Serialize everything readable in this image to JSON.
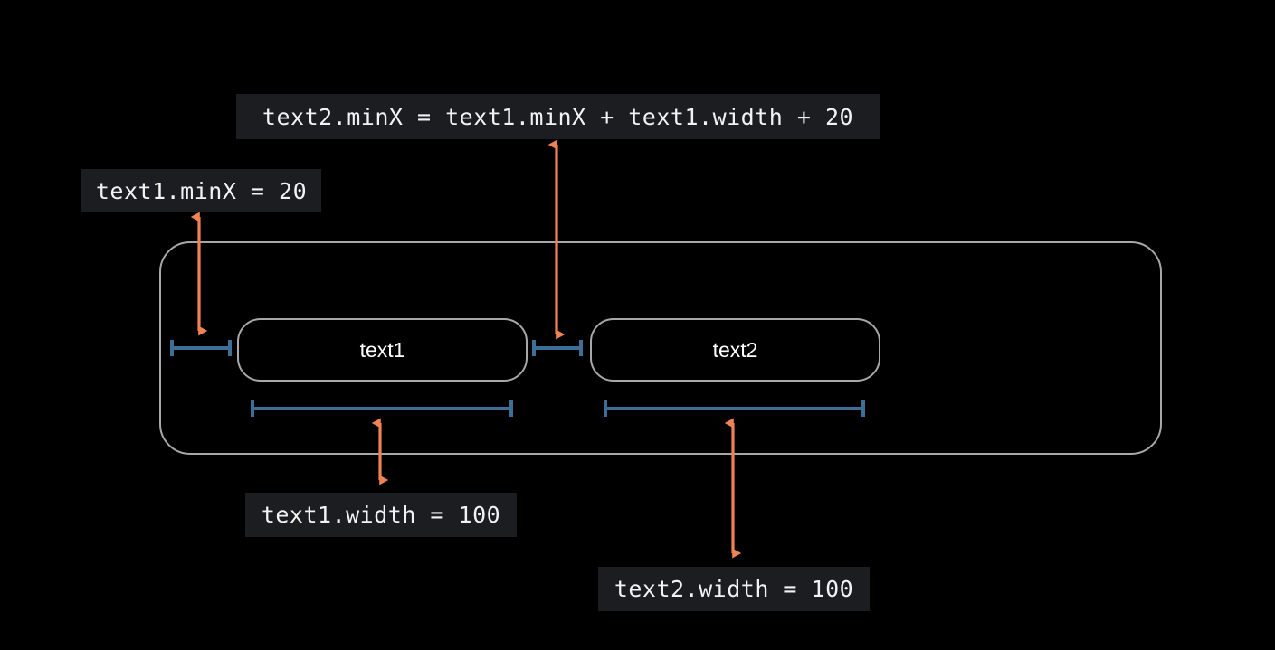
{
  "diagram": {
    "title": "Layout constraint diagram",
    "background_color": "#000000",
    "accent_arrow_color": "#ef8354",
    "measure_bracket_color": "#3d6e96",
    "box_stroke_color": "#a8a8a8",
    "label_background_color": "#1b1d21",
    "label_text_color": "#f2f2f2"
  },
  "container": {
    "name": "parent-container"
  },
  "nodes": [
    {
      "id": "text1",
      "label": "text1"
    },
    {
      "id": "text2",
      "label": "text2"
    }
  ],
  "annotations": {
    "text1_minx": "text1.minX = 20",
    "text2_minx_formula": "text2.minX = text1.minX + text1.width + 20",
    "text1_width": "text1.width = 100",
    "text2_width": "text2.width = 100"
  },
  "measurements": [
    {
      "id": "text1-leading-gap",
      "name": "text1-leading-gap-bracket"
    },
    {
      "id": "inter-text-gap",
      "name": "inter-text-gap-bracket"
    },
    {
      "id": "text1-width-span",
      "name": "text1-width-bracket"
    },
    {
      "id": "text2-width-span",
      "name": "text2-width-bracket"
    }
  ],
  "arrows": [
    {
      "id": "arrow-text1-minx",
      "name": "callout-arrow-text1-minx"
    },
    {
      "id": "arrow-text2-minx",
      "name": "callout-arrow-text2-minx"
    },
    {
      "id": "arrow-text1-width",
      "name": "callout-arrow-text1-width"
    },
    {
      "id": "arrow-text2-width",
      "name": "callout-arrow-text2-width"
    }
  ]
}
